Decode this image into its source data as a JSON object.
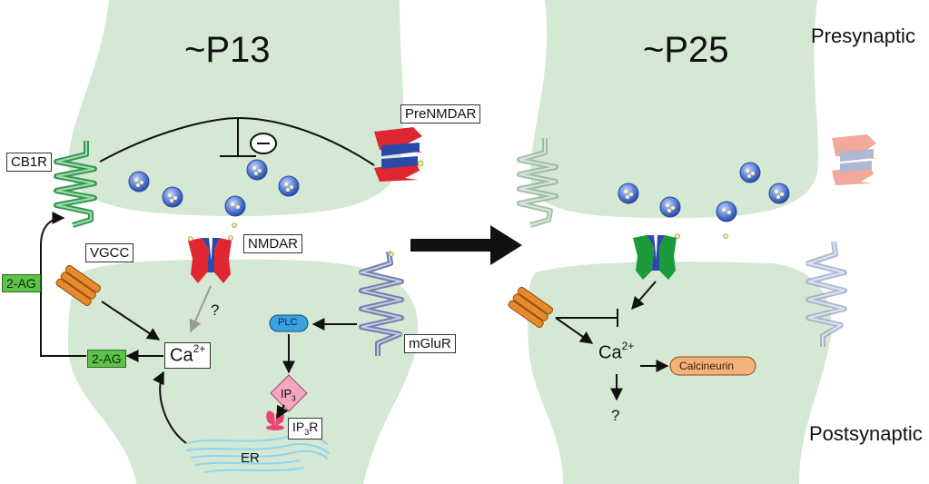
{
  "panels": {
    "left_title": "~P13",
    "right_title": "~P25"
  },
  "regions": {
    "presynaptic": "Presynaptic",
    "postsynaptic": "Postsynaptic"
  },
  "labels": {
    "prenmdar": "PreNMDAR",
    "cb1r": "CB1R",
    "nmdar": "NMDAR",
    "vgcc": "VGCC",
    "two_ag_left": "2-AG",
    "two_ag_mid": "2-AG",
    "ca_left": "Ca",
    "ca_left_sup": "2+",
    "ca_right": "Ca",
    "ca_right_sup": "2+",
    "question_nmdar": "?",
    "question_right": "?",
    "mglur": "mGluR",
    "plc": "PLC",
    "ip3": "IP",
    "ip3_sub": "3",
    "ip3r": "IP",
    "ip3r_sub": "3",
    "ip3r_tail": "R",
    "er": "ER",
    "calcineurin": "Calcineurin",
    "inhibit_symbol": "−"
  },
  "colors": {
    "membrane_fill": "#cfe8cf",
    "cb1r": "#2e9b4a",
    "nmdar_red": "#e02630",
    "nmdar_blue": "#2b4aa8",
    "nmdar_green": "#1a9a3a",
    "vgcc": "#e8892a",
    "mglur": "#6f7fb0",
    "vesicle": "#3f63c9",
    "plc": "#3aa0e0",
    "ip3": "#f2a6bf",
    "ip3r": "#e8476e",
    "er": "#8fd4f0",
    "calcineurin": "#f3b27a",
    "arrow_big": "#111111"
  }
}
